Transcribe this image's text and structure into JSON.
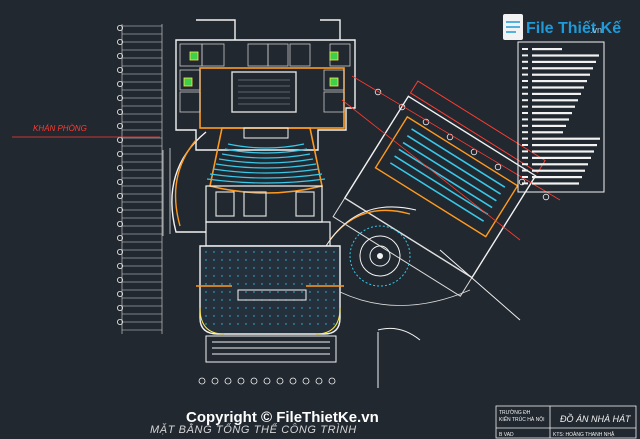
{
  "watermark": {
    "logo_text": "File Thiết Kế",
    "logo_suffix": ".vn",
    "copyright": "Copyright © FileThietKe.vn"
  },
  "plan": {
    "audience_label": "KHÁN PHÒNG",
    "bottom_title": "MẶT BẰNG TỔNG THỂ CÔNG TRÌNH"
  },
  "title_block": {
    "school_line1": "TRƯỜNG ĐH",
    "school_line2": "KIẾN TRÚC HÀ NỘI",
    "project": "ĐỒ ÁN NHÀ HÁT",
    "class_code": "B VAD",
    "author": "KTS: HOÀNG THANH NHẬ"
  },
  "colors": {
    "background": "#212830",
    "wall": "#f2f2f2",
    "orange": "#ff9a1f",
    "red": "#ff3b30",
    "cyan": "#38c8e8",
    "green": "#3fd04a",
    "yellow": "#ffe94a",
    "logo_blue": "#1f9ad8"
  }
}
